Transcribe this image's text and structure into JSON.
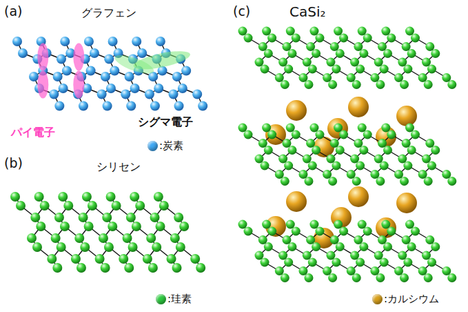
{
  "diagram": {
    "labels": [
      "(a)",
      "グラフェン",
      "パイ電子",
      "シグマ電子",
      "(b)",
      "シリセン",
      "(c)",
      "CaSi₂"
    ],
    "legend": [
      {
        "text": ":炭素",
        "color": "#3fa9f5"
      },
      {
        "text": ":珪素",
        "color": "#2ecc40"
      },
      {
        "text": ":カルシウム",
        "color": "#d9a11c"
      }
    ]
  }
}
